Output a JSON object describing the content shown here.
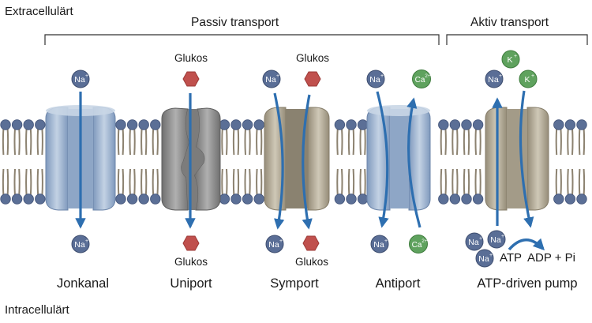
{
  "regions": {
    "outside": "Extracellulärt",
    "inside": "Intracellulärt"
  },
  "headers": {
    "passive": "Passiv transport",
    "active": "Aktiv transport"
  },
  "transporters": [
    {
      "name": "Jonkanal"
    },
    {
      "name": "Uniport",
      "top_molecule": "Glukos",
      "bottom_molecule": "Glukos"
    },
    {
      "name": "Symport",
      "top_molecule": "Glukos",
      "bottom_molecule": "Glukos"
    },
    {
      "name": "Antiport"
    },
    {
      "name": "ATP-driven pump",
      "atp": "ATP",
      "products": "ADP + Pi"
    }
  ],
  "ions": {
    "na": "Na",
    "k": "K",
    "ca": "Ca",
    "plus": "+",
    "ca_charge": "2+"
  },
  "colors": {
    "ion_na": "#5a6e96",
    "ion_k_ca": "#5fa25e",
    "glucose": "#c0504d",
    "arrow": "#2e6fb0",
    "lipid_head": "#5b6f96",
    "lipid_tail": "#8c8270",
    "channel_blue": "#9fb4cf",
    "channel_gray": "#8f8f8f",
    "channel_tan": "#b2aa98"
  }
}
